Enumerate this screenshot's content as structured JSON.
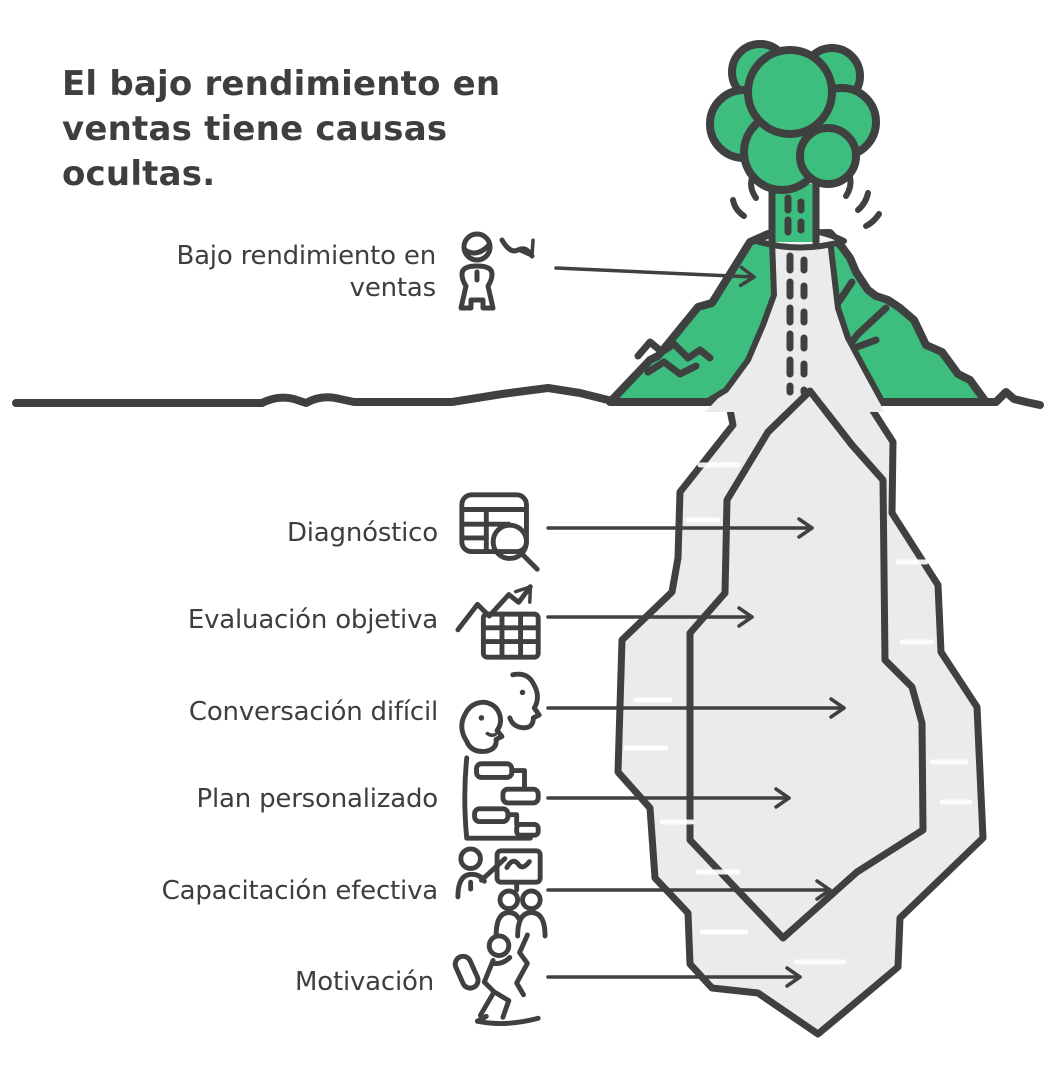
{
  "title": "El bajo rendimiento en ventas tiene causas ocultas.",
  "surface_cause": {
    "label": "Bajo rendimiento en ventas",
    "icon": "person-declining-arrow-icon"
  },
  "hidden_causes": [
    {
      "label": "Diagnóstico",
      "icon": "table-magnifier-icon"
    },
    {
      "label": "Evaluación objetiva",
      "icon": "rising-chart-table-icon"
    },
    {
      "label": "Conversación difícil",
      "icon": "two-faces-conversation-icon"
    },
    {
      "label": "Plan personalizado",
      "icon": "gantt-plan-icon"
    },
    {
      "label": "Capacitación efectiva",
      "icon": "trainer-presentation-icon"
    },
    {
      "label": "Motivación",
      "icon": "climbing-person-icon"
    }
  ],
  "colors": {
    "green": "#3dbe7e",
    "ink": "#3f4040",
    "text": "#3d3e3e",
    "ice": "#ebebeb",
    "background": "#ffffff"
  }
}
